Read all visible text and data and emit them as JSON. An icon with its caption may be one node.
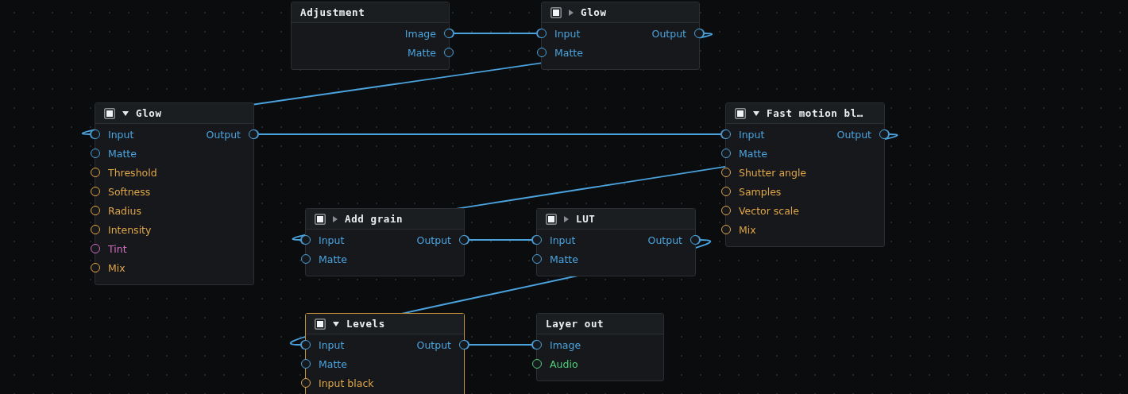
{
  "diagram": {
    "nodes": [
      {
        "text": [
          "Adjustment"
        ]
      },
      {
        "text": [
          "Image"
        ],
        "in": 0
      },
      {
        "text": [
          "Matte"
        ],
        "in": 0
      },
      {
        "text": [
          "Glow"
        ]
      },
      {
        "text": [
          "Input"
        ],
        "in": 3
      },
      {
        "text": [
          "Output"
        ],
        "in": 3
      },
      {
        "text": [
          "Matte"
        ],
        "in": 3
      },
      {
        "text": [
          "Glow"
        ]
      },
      {
        "text": [
          "Input"
        ],
        "in": 7
      },
      {
        "text": [
          "Output"
        ],
        "in": 7
      },
      {
        "text": [
          "Matte"
        ],
        "in": 7
      },
      {
        "text": [
          "Threshold"
        ],
        "in": 7
      },
      {
        "text": [
          "Softness"
        ],
        "in": 7
      },
      {
        "text": [
          "Radius"
        ],
        "in": 7
      },
      {
        "text": [
          "Intensity"
        ],
        "in": 7
      },
      {
        "text": [
          "Tint"
        ],
        "in": 7
      },
      {
        "text": [
          "Mix"
        ],
        "in": 7
      },
      {
        "text": [
          "Fast motion bl…"
        ]
      },
      {
        "text": [
          "Input"
        ],
        "in": 17
      },
      {
        "text": [
          "Output"
        ],
        "in": 17
      },
      {
        "text": [
          "Matte"
        ],
        "in": 17
      },
      {
        "text": [
          "Shutter angle"
        ],
        "in": 17
      },
      {
        "text": [
          "Samples"
        ],
        "in": 17
      },
      {
        "text": [
          "Vector scale"
        ],
        "in": 17
      },
      {
        "text": [
          "Mix"
        ],
        "in": 17
      },
      {
        "text": [
          "Add grain"
        ]
      },
      {
        "text": [
          "Input"
        ],
        "in": 25
      },
      {
        "text": [
          "Output"
        ],
        "in": 25
      },
      {
        "text": [
          "Matte"
        ],
        "in": 25
      },
      {
        "text": [
          "LUT"
        ]
      },
      {
        "text": [
          "Input"
        ],
        "in": 29
      },
      {
        "text": [
          "Output"
        ],
        "in": 29
      },
      {
        "text": [
          "Matte"
        ],
        "in": 29
      },
      {
        "text": [
          "Levels"
        ]
      },
      {
        "text": [
          "Input"
        ],
        "in": 33
      },
      {
        "text": [
          "Output"
        ],
        "in": 33
      },
      {
        "text": [
          "Matte"
        ],
        "in": 33
      },
      {
        "text": [
          "Input black"
        ],
        "in": 33
      },
      {
        "text": [
          "Layer out"
        ]
      },
      {
        "text": [
          "Image"
        ],
        "in": 38
      },
      {
        "text": [
          "Audio"
        ],
        "in": 38
      }
    ],
    "edges": [
      {
        "from": 1,
        "to": 4,
        "arrow": "other"
      },
      {
        "from": 5,
        "to": 8,
        "arrow": "other"
      },
      {
        "from": 9,
        "to": 18,
        "arrow": "other"
      },
      {
        "from": 19,
        "to": 26,
        "arrow": "other"
      },
      {
        "from": 27,
        "to": 30,
        "arrow": "other"
      },
      {
        "from": 31,
        "to": 34,
        "arrow": "other"
      },
      {
        "from": 35,
        "to": 39,
        "arrow": "other"
      }
    ]
  }
}
